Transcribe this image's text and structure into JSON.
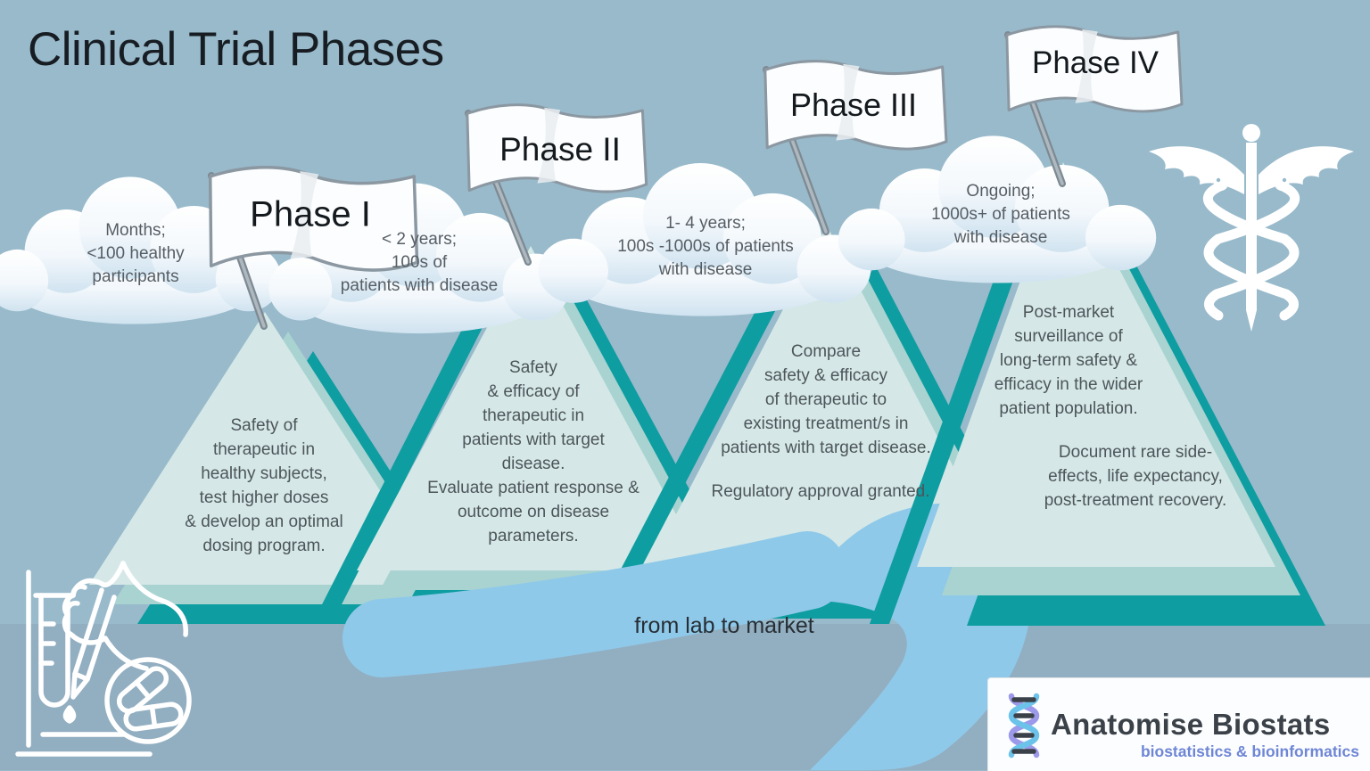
{
  "title": "Clinical Trial Phases",
  "phases": [
    {
      "flag_label": "Phase I",
      "cloud": "Months;\n<100 healthy\nparticipants",
      "description": "Safety of\ntherapeutic in\nhealthy subjects,\ntest higher doses\n& develop an optimal\ndosing program."
    },
    {
      "flag_label": "Phase II",
      "cloud": "< 2 years;\n100s of\npatients with disease",
      "description": "Safety\n& efficacy of\ntherapeutic in\npatients with target\ndisease.\nEvaluate patient response &\noutcome on disease\nparameters."
    },
    {
      "flag_label": "Phase III",
      "cloud": "1- 4 years;\n100s -1000s of patients\nwith disease",
      "description": "Compare\nsafety & efficacy\nof therapeutic to\nexisting treatment/s in\npatients with target disease.",
      "note": "Regulatory approval granted."
    },
    {
      "flag_label": "Phase IV",
      "cloud": "Ongoing;\n1000s+ of patients\nwith disease",
      "description": "Post-market\nsurveillance of\nlong-term safety &\nefficacy in the wider\npatient population.",
      "note": "Document rare side-\neffects, life expectancy,\npost-treatment recovery."
    }
  ],
  "arrow_label": "from lab to market",
  "logo": {
    "name": "Anatomise Biostats",
    "tagline": "biostatistics & bioinformatics"
  },
  "palette": {
    "sky": "#98bacb",
    "ground": "#92aec1",
    "mountain_fill": "#d5e8e7",
    "stripe_medium": "#a9d3d1",
    "stripe_dark": "#0e9da1",
    "arrow_blue": "#8fc9e9",
    "cloud_tint": "#d0e3f0",
    "flag_white": "#fcfdfe",
    "pole_gray": "#8f9aa3",
    "title_text": "#171d22",
    "body_text": "#4d555b",
    "logo_text": "#3b4148",
    "logo_accent": "#6e86d6",
    "dna_strand_a": "#9d99ea",
    "dna_strand_b": "#6cc3ea",
    "icon_white": "#ffffff"
  }
}
